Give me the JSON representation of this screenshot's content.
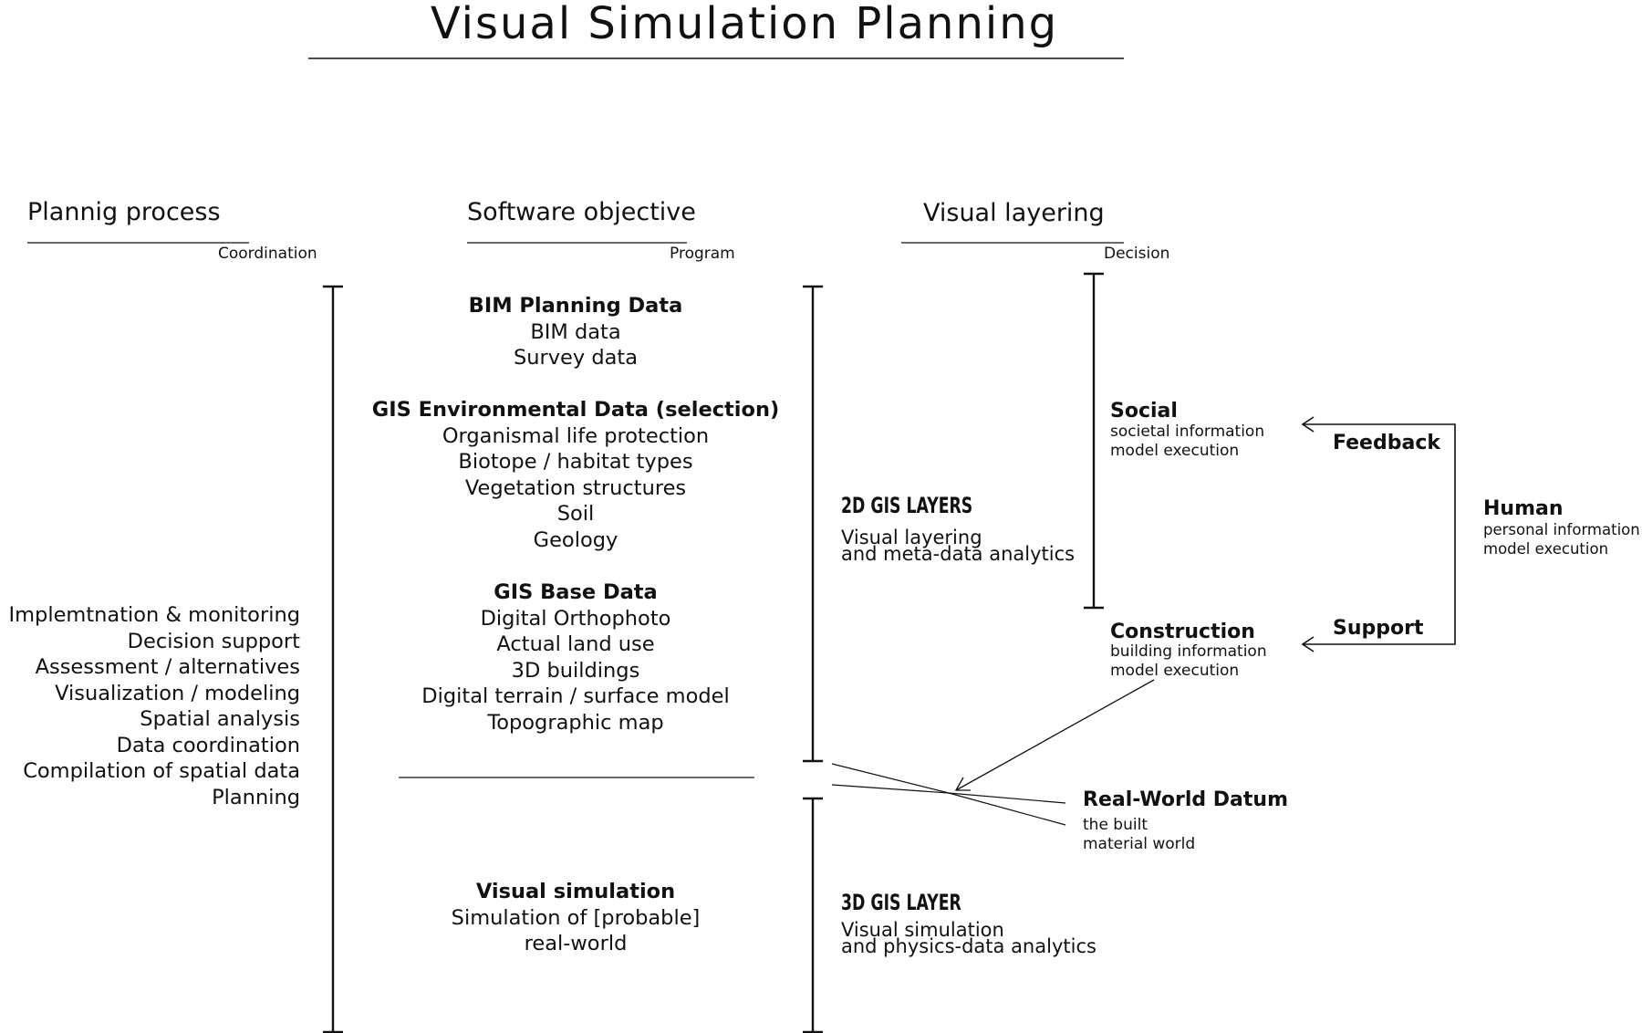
{
  "title": "Visual Simulation Planning",
  "columns": {
    "planning": {
      "heading": "Plannig process",
      "sublabel": "Coordination"
    },
    "software": {
      "heading": "Software objective",
      "sublabel": "Program"
    },
    "visual": {
      "heading": "Visual layering",
      "sublabel": "Decision"
    }
  },
  "planning_steps": [
    "Implemtnation & monitoring",
    "Decision support",
    "Assessment / alternatives",
    "Visualization / modeling",
    "Spatial analysis",
    "Data coordination",
    "Compilation of spatial data",
    "Planning"
  ],
  "software_groups": {
    "bim": {
      "title": "BIM Planning Data",
      "items": [
        "BIM data",
        "Survey data"
      ]
    },
    "gis_env": {
      "title": "GIS Environmental Data (selection)",
      "items": [
        "Organismal life protection",
        "Biotope / habitat types",
        "Vegetation structures",
        "Soil",
        "Geology"
      ]
    },
    "gis_base": {
      "title": "GIS Base Data",
      "items": [
        "Digital Orthophoto",
        "Actual land use",
        "3D buildings",
        "Digital terrain / surface model",
        "Topographic map"
      ]
    },
    "visual_sim": {
      "title": "Visual simulation",
      "items": [
        "Simulation of [probable]",
        "real-world"
      ]
    }
  },
  "layers": {
    "gis2d": {
      "title": "2D GIS LAYERS",
      "lines": [
        "Visual layering",
        "and meta-data analytics"
      ]
    },
    "gis3d": {
      "title": "3D GIS LAYER",
      "lines": [
        "Visual simulation",
        "and physics-data analytics"
      ]
    }
  },
  "decision_nodes": {
    "social": {
      "title": "Social",
      "lines": [
        "societal information",
        "model execution"
      ]
    },
    "construction": {
      "title": "Construction",
      "lines": [
        "building information",
        "model execution"
      ]
    },
    "real_world": {
      "title": "Real-World Datum",
      "lines": [
        "the built",
        "material world"
      ]
    },
    "human": {
      "title": "Human",
      "lines": [
        "personal information",
        "model execution"
      ]
    }
  },
  "loop_labels": {
    "feedback": "Feedback",
    "support": "Support"
  },
  "colors": {
    "ink": "#111111",
    "background": "#ffffff"
  }
}
